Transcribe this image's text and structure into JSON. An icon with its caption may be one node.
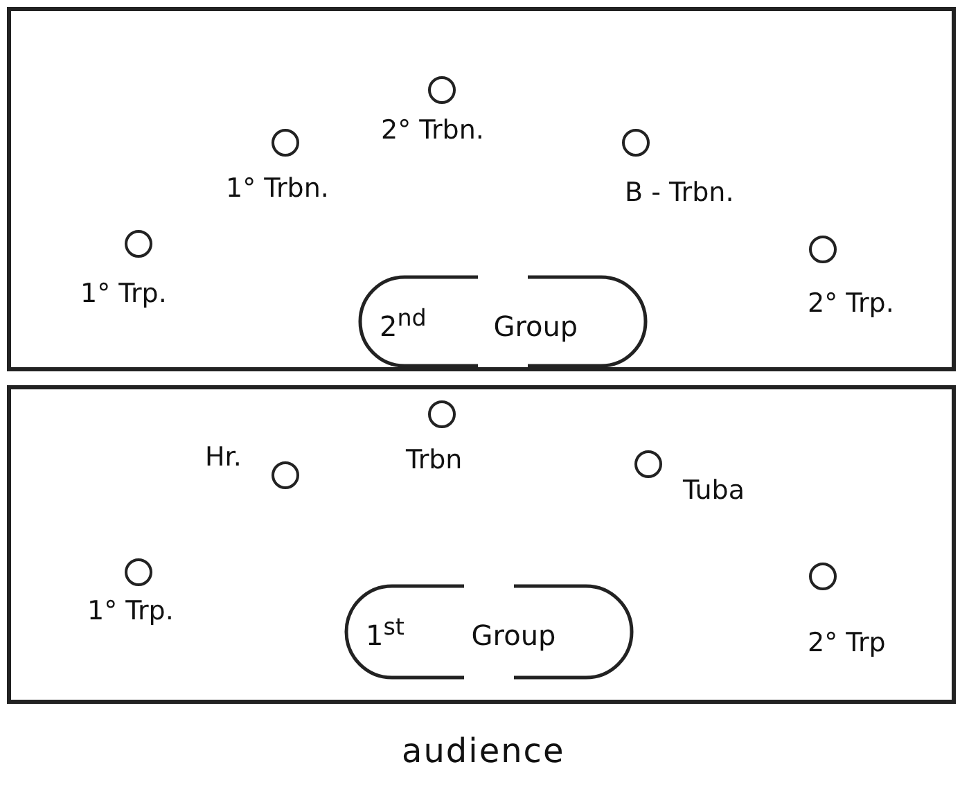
{
  "diagram": {
    "nodes": [
      {
        "text": [],
        "shape": "box"
      },
      {
        "text": [
          "2° Trbn."
        ],
        "in": 0
      },
      {
        "text": [
          "1° Trbn."
        ],
        "in": 0
      },
      {
        "text": [
          "B - Trbn."
        ],
        "in": 0
      },
      {
        "text": [
          "1° Trp."
        ],
        "in": 0
      },
      {
        "text": [
          "2° Trp."
        ],
        "in": 0
      },
      {
        "text": [
          "2$^{nd}$ Group"
        ],
        "in": 0
      },
      {
        "text": [],
        "shape": "box"
      },
      {
        "text": [
          "Hr."
        ],
        "in": 7
      },
      {
        "text": [
          "Trbn"
        ],
        "in": 7
      },
      {
        "text": [
          "Tuba"
        ],
        "in": 7
      },
      {
        "text": [
          "1° Trp."
        ],
        "in": 7
      },
      {
        "text": [
          "2° Trp"
        ],
        "in": 7
      },
      {
        "text": [
          "1$^{st}$ Group"
        ],
        "in": 7
      }
    ],
    "edges": [],
    "labels": [
      "audience"
    ]
  }
}
